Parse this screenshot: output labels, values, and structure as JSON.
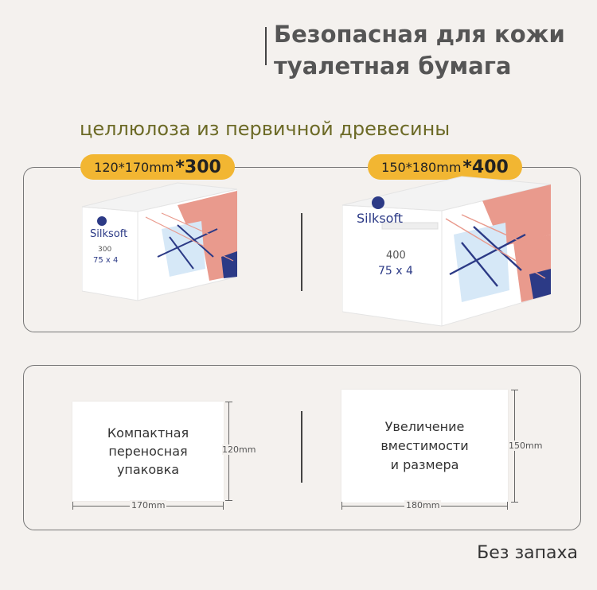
{
  "heading": {
    "line1": "Безопасная для кожи",
    "line2": "туалетная бумага"
  },
  "subtitle": "целлюлоза из первичной древесины",
  "products": [
    {
      "size_label": "120*170mm ",
      "count_label": "*300",
      "brand": "Silksoft",
      "sheets": "300",
      "multiplier": "75 x 4"
    },
    {
      "size_label": "150*180mm ",
      "count_label": "*400",
      "brand": "Silksoft",
      "sheets": "400",
      "multiplier": "75 x 4"
    }
  ],
  "cards": [
    {
      "text": "Компактная переносная упаковка",
      "height_label": "120mm",
      "width_label": "170mm"
    },
    {
      "text": "Увеличение вместимости и размера",
      "height_label": "150mm",
      "width_label": "180mm"
    }
  ],
  "footer": "Без запаха",
  "colors": {
    "background": "#f4f1ee",
    "accent": "#f2b632",
    "subtitle": "#6c6a26",
    "pink": "#e99a8d",
    "navy": "#2c3a86"
  }
}
